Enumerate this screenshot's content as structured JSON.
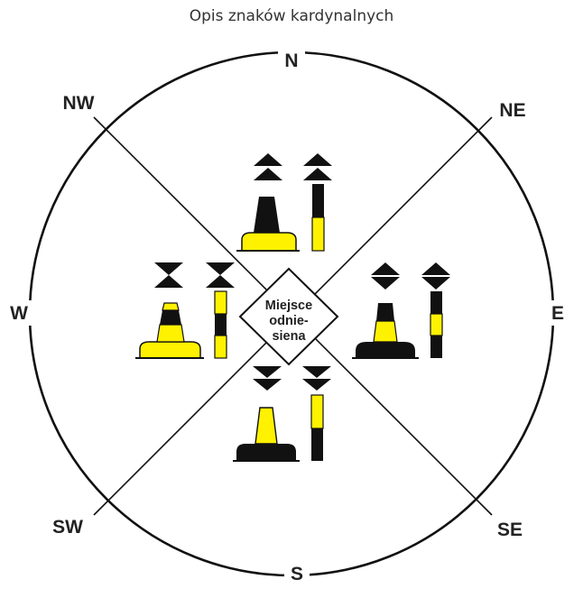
{
  "title": "Opis znaków kardynalnych",
  "directions": {
    "n": "N",
    "ne": "NE",
    "e": "E",
    "se": "SE",
    "s": "S",
    "sw": "SW",
    "w": "W",
    "nw": "NW"
  },
  "reference": {
    "line1": "Miejsce",
    "line2": "odnie-",
    "line3": "siena"
  },
  "colors": {
    "yellow": "#FFF200",
    "black": "#111111",
    "line": "#111111"
  },
  "marks": [
    {
      "quadrant": "north",
      "topmark": "two-cones-up",
      "pattern": "black-over-yellow"
    },
    {
      "quadrant": "east",
      "topmark": "two-cones-base-to-base",
      "pattern": "black-yellow-black"
    },
    {
      "quadrant": "south",
      "topmark": "two-cones-down",
      "pattern": "yellow-over-black"
    },
    {
      "quadrant": "west",
      "topmark": "two-cones-point-to-point",
      "pattern": "yellow-black-yellow"
    }
  ]
}
